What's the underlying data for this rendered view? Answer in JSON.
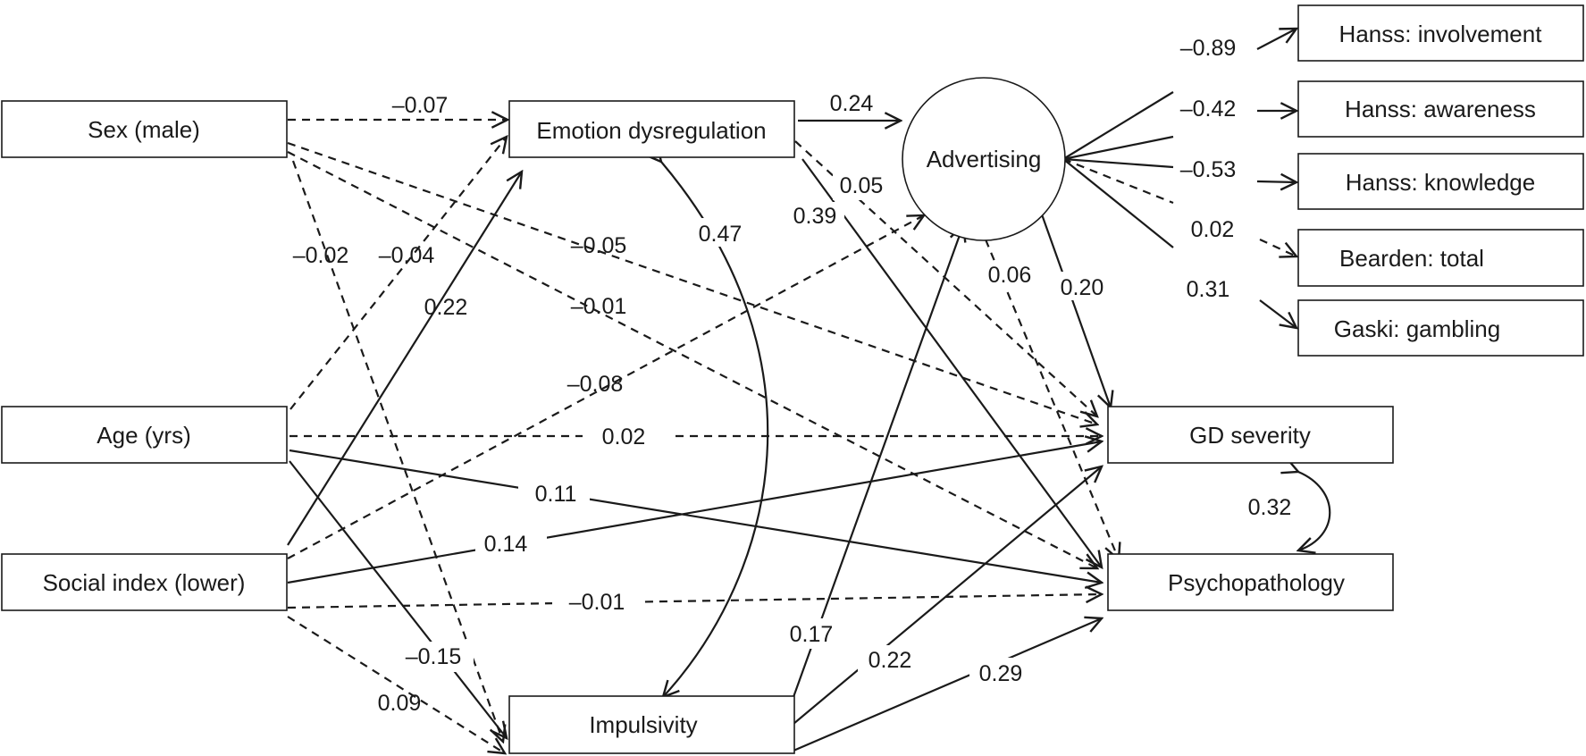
{
  "nodes": {
    "sex": "Sex (male)",
    "age": "Age (yrs)",
    "social": "Social index (lower)",
    "emotion": "Emotion dysregulation",
    "impulsivity": "Impulsivity",
    "advertising": "Advertising",
    "gd": "GD severity",
    "psycho": "Psychopathology",
    "hanss_involvement": "Hanss: involvement",
    "hanss_awareness": "Hanss: awareness",
    "hanss_knowledge": "Hanss: knowledge",
    "bearden_total": "Bearden: total",
    "gaski_gambling": "Gaski: gambling"
  },
  "coefficients": {
    "sex_emotion": "–0.07",
    "sex_impulsivity": "–0.02",
    "sex_gd": "–0.05",
    "sex_psycho": "–0.01",
    "age_emotion": "–0.04",
    "age_gd": "0.02",
    "age_psycho": "0.11",
    "age_impulsivity": "–0.15",
    "social_emotion": "0.22",
    "social_advertising": "–0.08",
    "social_gd": "0.14",
    "social_psycho": "–0.01",
    "social_impulsivity": "0.09",
    "emotion_advertising": "0.24",
    "emotion_gd": "0.05",
    "emotion_psycho": "0.39",
    "emotion_impulsivity_cov": "0.47",
    "impulsivity_advertising": "0.17",
    "impulsivity_gd": "0.22",
    "impulsivity_psycho": "0.29",
    "advertising_psycho": "0.06",
    "advertising_gd": "0.20",
    "gd_psycho_cov": "0.32",
    "load_involvement": "–0.89",
    "load_awareness": "–0.42",
    "load_knowledge": "–0.53",
    "load_bearden": "0.02",
    "load_gaski": "0.31"
  }
}
